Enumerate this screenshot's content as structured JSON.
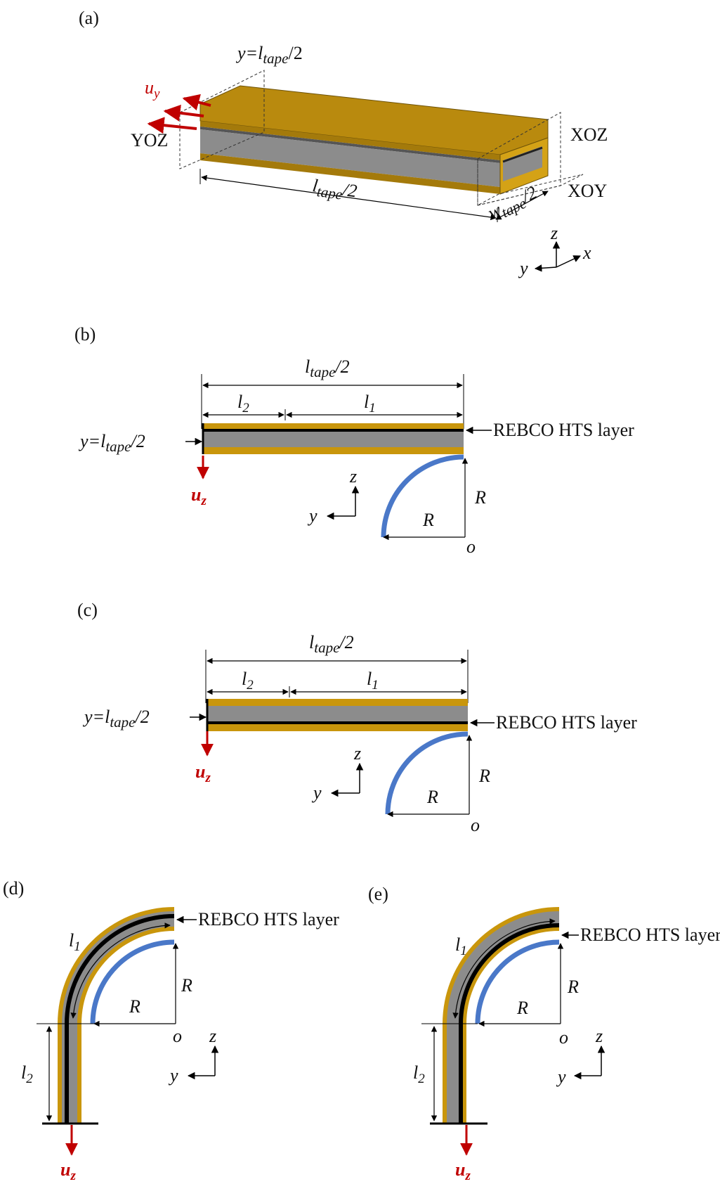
{
  "panels": {
    "a": {
      "tag": "(a)",
      "yoz": "YOZ",
      "xoz": "XOZ",
      "xoy": "XOY",
      "uy_base": "u",
      "uy_sub": "y",
      "top_eq_left": "y=l",
      "top_eq_sub": "tape",
      "top_eq_right": "/2",
      "len_base": "l",
      "len_sub": "tape",
      "len_right": "/2",
      "w_base": "w",
      "w_sub": "tape",
      "w_right": "/2",
      "axis_z": "z",
      "axis_y": "y",
      "axis_x": "x"
    },
    "b": {
      "tag": "(b)",
      "total_base": "l",
      "total_sub": "tape",
      "total_right": "/2",
      "l2_base": "l",
      "l2_sub": "2",
      "l1_base": "l",
      "l1_sub": "1",
      "eq_left": "y=l",
      "eq_sub": "tape",
      "eq_right": "/2",
      "rebco": "REBCO HTS layer",
      "uz_base": "u",
      "uz_sub": "z",
      "R_v": "R",
      "R_h": "R",
      "origin": "o",
      "axis_z": "z",
      "axis_y": "y"
    },
    "c": {
      "tag": "(c)",
      "total_base": "l",
      "total_sub": "tape",
      "total_right": "/2",
      "l2_base": "l",
      "l2_sub": "2",
      "l1_base": "l",
      "l1_sub": "1",
      "eq_left": "y=l",
      "eq_sub": "tape",
      "eq_right": "/2",
      "rebco": "REBCO HTS layer",
      "uz_base": "u",
      "uz_sub": "z",
      "R_v": "R",
      "R_h": "R",
      "origin": "o",
      "axis_z": "z",
      "axis_y": "y"
    },
    "d": {
      "tag": "(d)",
      "rebco": "REBCO HTS layer",
      "l1_base": "l",
      "l1_sub": "1",
      "l2_base": "l",
      "l2_sub": "2",
      "R_v": "R",
      "R_h": "R",
      "origin": "o",
      "axis_z": "z",
      "axis_y": "y",
      "uz_base": "u",
      "uz_sub": "z"
    },
    "e": {
      "tag": "(e)",
      "rebco": "REBCO HTS layer",
      "l1_base": "l",
      "l1_sub": "1",
      "l2_base": "l",
      "l2_sub": "2",
      "R_v": "R",
      "R_h": "R",
      "origin": "o",
      "axis_z": "z",
      "axis_y": "y",
      "uz_base": "u",
      "uz_sub": "z"
    }
  },
  "colors": {
    "gold": "#c9960c",
    "gold_dark": "#8f6a08",
    "gray": "#8c8c8c",
    "gray_dark": "#6e6e6e",
    "blue": "#4a78c8",
    "red": "#c00000",
    "black": "#000000"
  }
}
